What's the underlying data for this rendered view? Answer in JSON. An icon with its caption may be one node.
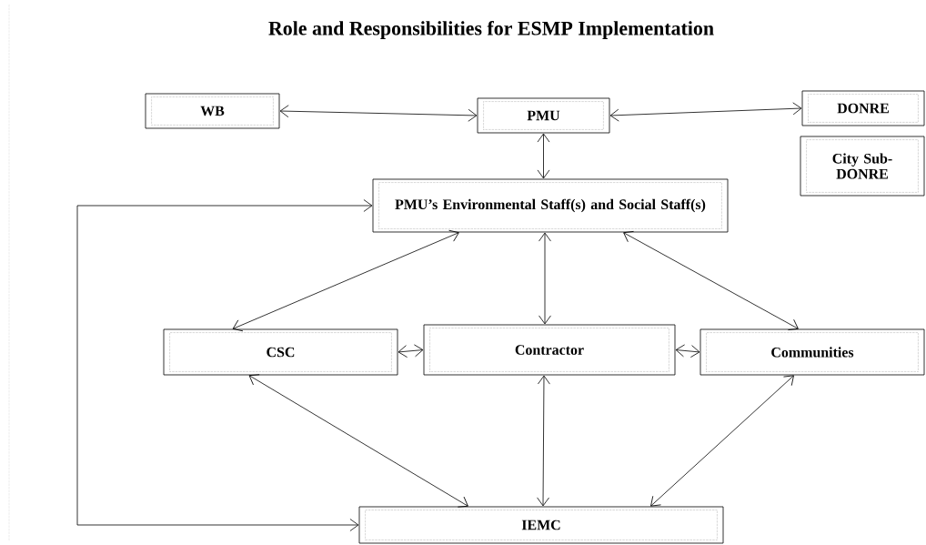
{
  "diagram": {
    "title": "Role and Responsibilities  for ESMP Implementation",
    "nodes": [
      {
        "text": [
          "WB"
        ]
      },
      {
        "text": [
          "PMU"
        ]
      },
      {
        "text": [
          "DONRE"
        ]
      },
      {
        "text": [
          "City Sub- DONRE"
        ]
      },
      {
        "text": [
          "PMU’s Environmental Staff(s) and Social Staff(s)"
        ]
      },
      {
        "text": [
          "CSC"
        ]
      },
      {
        "text": [
          "Contractor"
        ]
      },
      {
        "text": [
          "Communities"
        ]
      },
      {
        "text": [
          "IEMC"
        ]
      }
    ],
    "edges": [
      {
        "from": 0,
        "to": 1,
        "arrow": "both"
      },
      {
        "from": 1,
        "to": 2,
        "arrow": "both"
      },
      {
        "from": 1,
        "to": 4,
        "arrow": "both"
      },
      {
        "from": 4,
        "to": 5,
        "arrow": "both"
      },
      {
        "from": 4,
        "to": 6,
        "arrow": "both"
      },
      {
        "from": 4,
        "to": 7,
        "arrow": "both"
      },
      {
        "from": 5,
        "to": 6,
        "arrow": "both"
      },
      {
        "from": 6,
        "to": 7,
        "arrow": "both"
      },
      {
        "from": 5,
        "to": 8,
        "arrow": "both"
      },
      {
        "from": 6,
        "to": 8,
        "arrow": "both"
      },
      {
        "from": 7,
        "to": 8,
        "arrow": "both"
      },
      {
        "from": 8,
        "to": 4,
        "arrow": "both"
      }
    ]
  }
}
